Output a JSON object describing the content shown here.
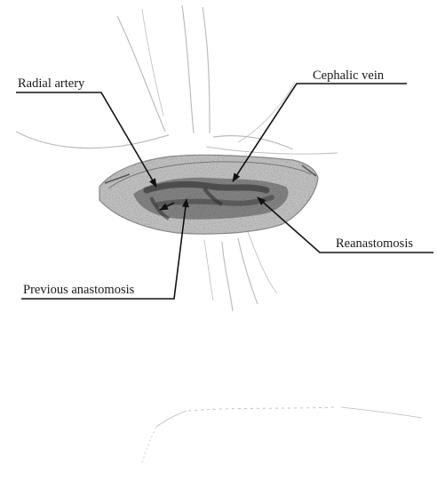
{
  "labels": {
    "radial_artery": "Radial artery",
    "cephalic_vein": "Cephalic vein",
    "reanastomosis": "Reanastomosis",
    "previous_anastomosis": "Previous anastomosis"
  },
  "colors": {
    "ink": "#1a1a1a",
    "sketch": "#b8b8b8",
    "tissue": "#8a8a8a",
    "vessel_dark": "#3a3a3a"
  }
}
